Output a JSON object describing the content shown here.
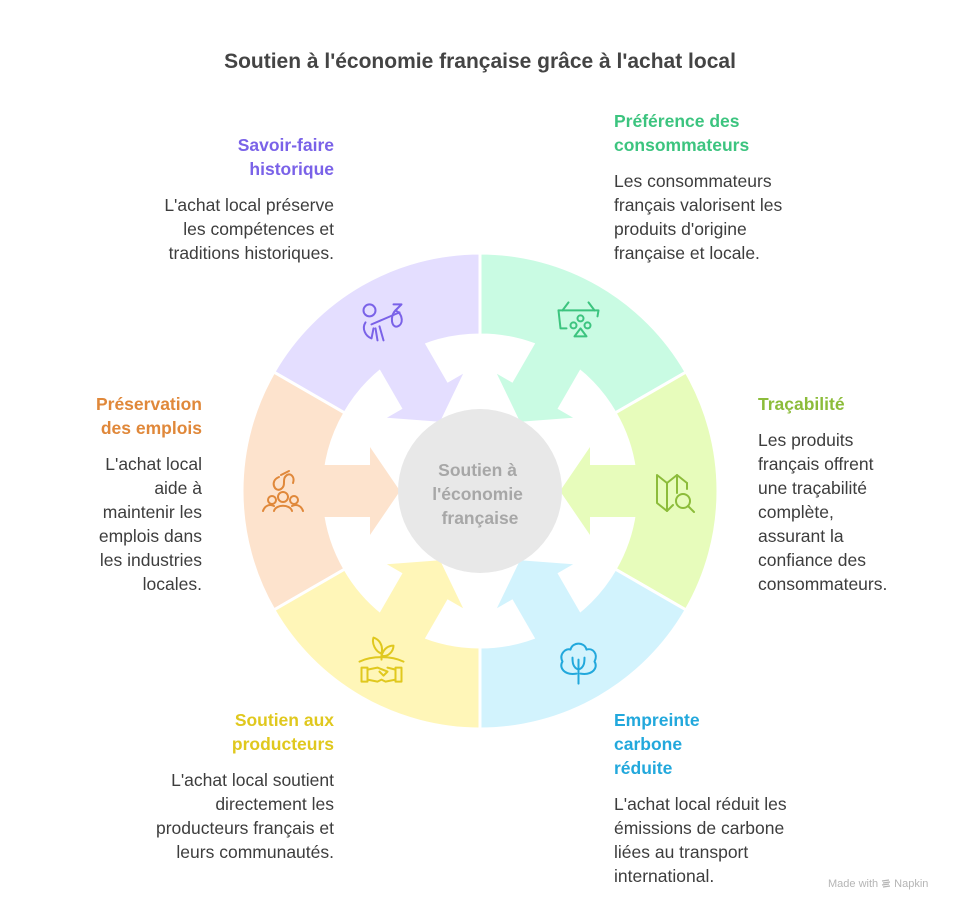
{
  "title": "Soutien à l'économie française grâce à l'achat local",
  "center": {
    "lines": [
      "Soutien à",
      "l'économie",
      "française"
    ],
    "color": "#e8e8e8",
    "text_color": "#a7a7a7"
  },
  "segments": [
    {
      "id": "preservation-emplois",
      "heading_lines": [
        "Préservation",
        "des emplois"
      ],
      "desc_lines": [
        "L'achat local",
        "aide à",
        "maintenir les",
        "emplois dans",
        "les industries",
        "locales."
      ],
      "fill": "#fde3cd",
      "accent": "#e0883a",
      "icon": "community-hands-icon"
    },
    {
      "id": "savoir-faire",
      "heading_lines": [
        "Savoir-faire",
        "historique"
      ],
      "desc_lines": [
        "L'achat local préserve",
        "les compétences et",
        "traditions historiques."
      ],
      "fill": "#e4deff",
      "accent": "#7a62e8",
      "icon": "traveler-bundle-icon"
    },
    {
      "id": "preference-consommateurs",
      "heading_lines": [
        "Préférence des",
        "consommateurs"
      ],
      "desc_lines": [
        "Les consommateurs",
        "français valorisent les",
        "produits d'origine",
        "française et locale."
      ],
      "fill": "#c9fbe3",
      "accent": "#3cc47f",
      "icon": "shopping-basket-icon"
    },
    {
      "id": "tracabilite",
      "heading_lines": [
        "Traçabilité"
      ],
      "desc_lines": [
        "Les produits",
        "français offrent",
        "une traçabilité",
        "complète,",
        "assurant la",
        "confiance des",
        "consommateurs."
      ],
      "fill": "#e7fcbb",
      "accent": "#8cbc3a",
      "icon": "map-search-icon"
    },
    {
      "id": "empreinte-carbone",
      "heading_lines": [
        "Empreinte",
        "carbone",
        "réduite"
      ],
      "desc_lines": [
        "L'achat local réduit les",
        "émissions de carbone",
        "liées au transport",
        "international."
      ],
      "fill": "#d2f3fd",
      "accent": "#22a8dc",
      "icon": "tree-icon"
    },
    {
      "id": "soutien-producteurs",
      "heading_lines": [
        "Soutien aux",
        "producteurs"
      ],
      "desc_lines": [
        "L'achat local soutient",
        "directement les",
        "producteurs français et",
        "leurs communautés."
      ],
      "fill": "#fff6b8",
      "accent": "#e0c81e",
      "icon": "handshake-sprout-icon"
    }
  ],
  "watermark": {
    "prefix": "Made with",
    "brand": "Napkin"
  }
}
